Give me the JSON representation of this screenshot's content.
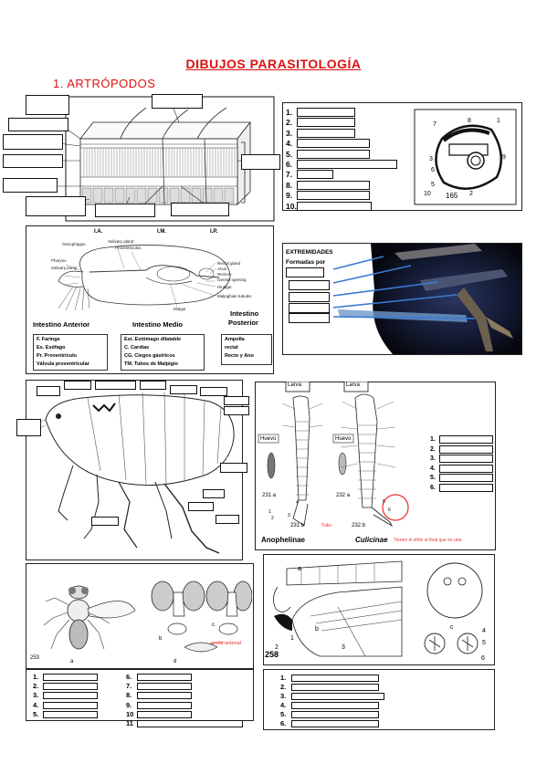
{
  "title": "DIBUJOS PARASITOLOGÍA",
  "section": "1.  ARTRÓPODOS",
  "numbers10": [
    "1.",
    "2.",
    "3.",
    "4.",
    "5.",
    "6.",
    "7.",
    "8.",
    "9.",
    "10."
  ],
  "cuticle_fig_numbers": [
    "7",
    "8",
    "1",
    "3",
    "6",
    "9",
    "5",
    "10",
    "2"
  ],
  "cuticle_fig_label": "165",
  "digestive": {
    "sections": [
      "I.A.",
      "I.M.",
      "I.P."
    ],
    "labels_left": [
      "Oesophagus",
      "Pharynx",
      "Salivary pump"
    ],
    "labels_top": [
      "Salivary gland",
      "Proventriculus"
    ],
    "labels_right": [
      "Rectal gland",
      "Anus",
      "Rectum",
      "Genital opening",
      "Hindgut",
      "Malpighian tubules"
    ],
    "label_midgut": "Midgut",
    "head_anterior": "Intestino Anterior",
    "head_medio": "Intestino Medio",
    "head_posterior_1": "Intestino",
    "head_posterior_2": "Posterior",
    "list_anterior": [
      "F. Faringe",
      "Es. Esófago",
      "Pr. Proventrículo",
      "Válvula proventricular"
    ],
    "list_medio": [
      "Est. Estómago dilatable",
      "C. Cardias",
      "CG. Ciegos gástricos",
      "TM. Tubos de Malpigio"
    ],
    "list_posterior": [
      "Ampolla",
      "rectal",
      "Recto y Ano"
    ]
  },
  "extremidades": {
    "title": "EXTREMIDADES",
    "subtitle": "Formadas por"
  },
  "mosquito": {
    "tab_left": "Larva",
    "tab_right": "Larva",
    "huevo1": "Huevo",
    "huevo2": "Huevo",
    "fig_a": "231 a",
    "fig_b": "231 b",
    "fig_c": "232 a",
    "fig_d": "232 b",
    "fig_nums": [
      "1",
      "2",
      "3",
      "4",
      "5",
      "6"
    ],
    "note_left": "Tubo",
    "name_left": "Anophelinae",
    "name_right": "Culicinae",
    "note_right": "Tienen el sifón al final que es una",
    "numbers": [
      "1.",
      "2.",
      "3.",
      "4.",
      "5.",
      "6."
    ]
  },
  "fly": {
    "fig": "253",
    "letters": [
      "a",
      "b",
      "c",
      "d"
    ],
    "note": "arista antenal",
    "numbers_left": [
      "1.",
      "2.",
      "3.",
      "4.",
      "5."
    ],
    "numbers_right": [
      "6.",
      "7.",
      "8.",
      "9.",
      "10",
      "11"
    ]
  },
  "tick": {
    "fig": "258",
    "letters": [
      "a",
      "b",
      "c"
    ],
    "fig_nums": [
      "1",
      "2",
      "3",
      "4",
      "5",
      "6"
    ],
    "numbers": [
      "1.",
      "2.",
      "3.",
      "4.",
      "5.",
      "6."
    ]
  }
}
